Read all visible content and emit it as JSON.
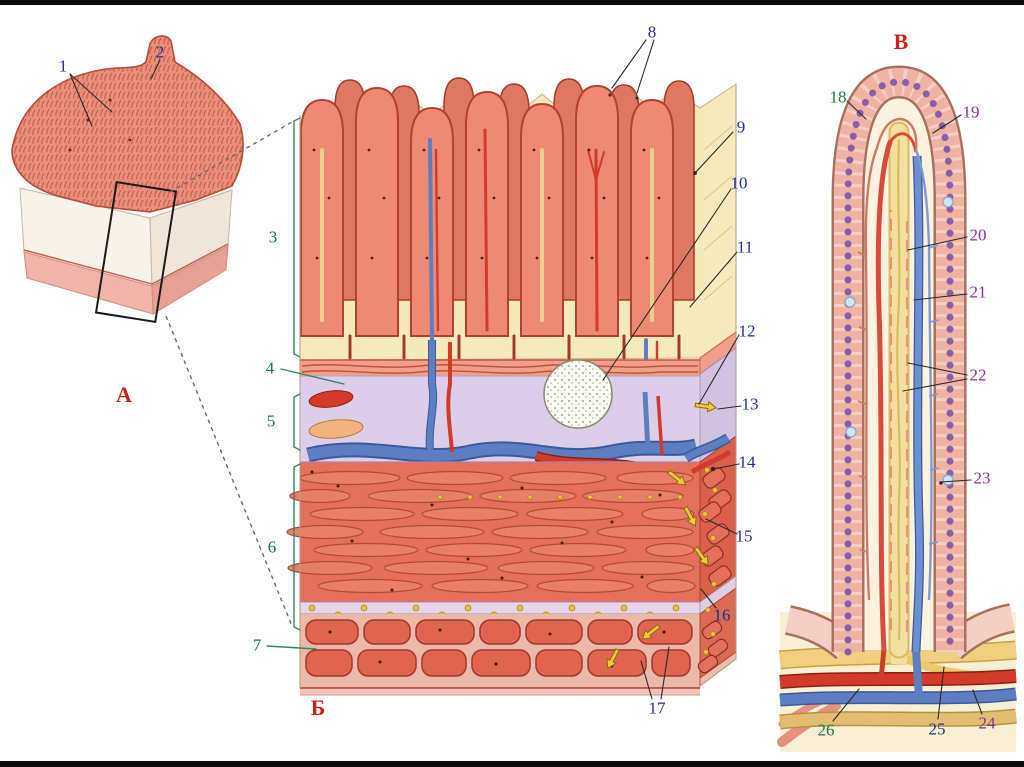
{
  "figure": {
    "type": "anatomical-diagram",
    "subject": "Small intestine wall and villi structure",
    "panels": {
      "a": {
        "letter": "А",
        "numbers": [
          "1",
          "2"
        ]
      },
      "b": {
        "letter": "Б",
        "numbers": [
          "3",
          "4",
          "5",
          "6",
          "7",
          "8",
          "9",
          "10",
          "11",
          "12",
          "13",
          "14",
          "15",
          "16",
          "17"
        ]
      },
      "v": {
        "letter": "В",
        "numbers": [
          "18",
          "19",
          "20",
          "21",
          "22",
          "23",
          "24",
          "25",
          "26"
        ]
      }
    },
    "colors": {
      "panel_letter": "#cc2218",
      "green_label": "#157a46",
      "blue_label": "#20308e",
      "purple_label": "#8a2f9e",
      "villi_fill": "#ee8a74",
      "villi_outline": "#b4402e",
      "mucosa_background": "#f6e9bb",
      "submucosa": "#dccee9",
      "muscle": "#e4705c",
      "vein": "#5d7fc1",
      "artery": "#d23b2a",
      "nerve_yellow": "#eec33f"
    }
  }
}
